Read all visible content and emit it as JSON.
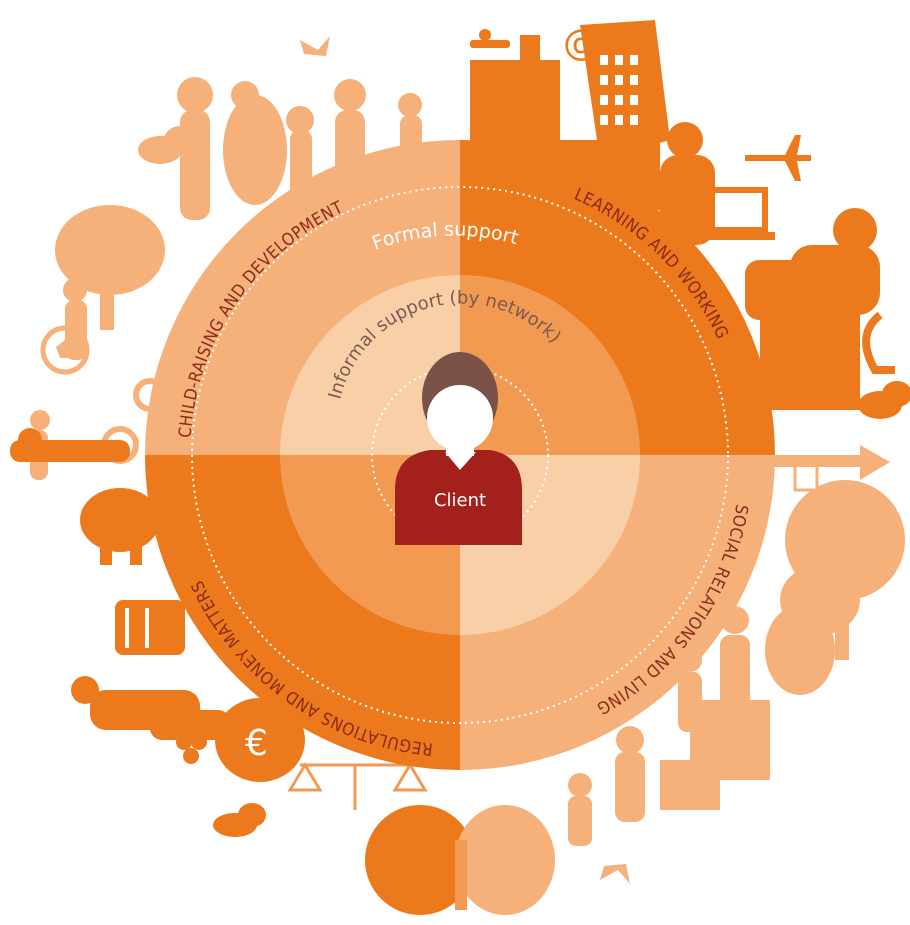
{
  "diagram": {
    "quadrants": {
      "top_left": "CHILD-RAISING AND DEVELOPMENT",
      "top_right": "LEARNING AND WORKING",
      "bottom_right": "SOCIAL RELATIONS AND LIVING",
      "bottom_left": "REGULATIONS AND MONEY MATTERS"
    },
    "formal_support": "Formal support",
    "informal_support": "Informal support (by network)",
    "client": "Client",
    "colors": {
      "dark_orange": "#ec7a1c",
      "light_orange": "#f6b07a",
      "mid_orange": "#f29a52",
      "inner_light": "#f9cfa8",
      "client_red": "#a3201c",
      "head_brown": "#7a5248",
      "label_red": "#8a2a1c"
    },
    "icons": [
      "person-icon",
      "tree-icon",
      "building-icon",
      "airplane-icon",
      "bird-icon",
      "ball-icon",
      "euro-icon",
      "telephone-icon",
      "at-sign-icon",
      "laptop-icon",
      "trumpet-icon",
      "cloud-icon",
      "bicycle-icon",
      "mailbox-icon"
    ]
  }
}
